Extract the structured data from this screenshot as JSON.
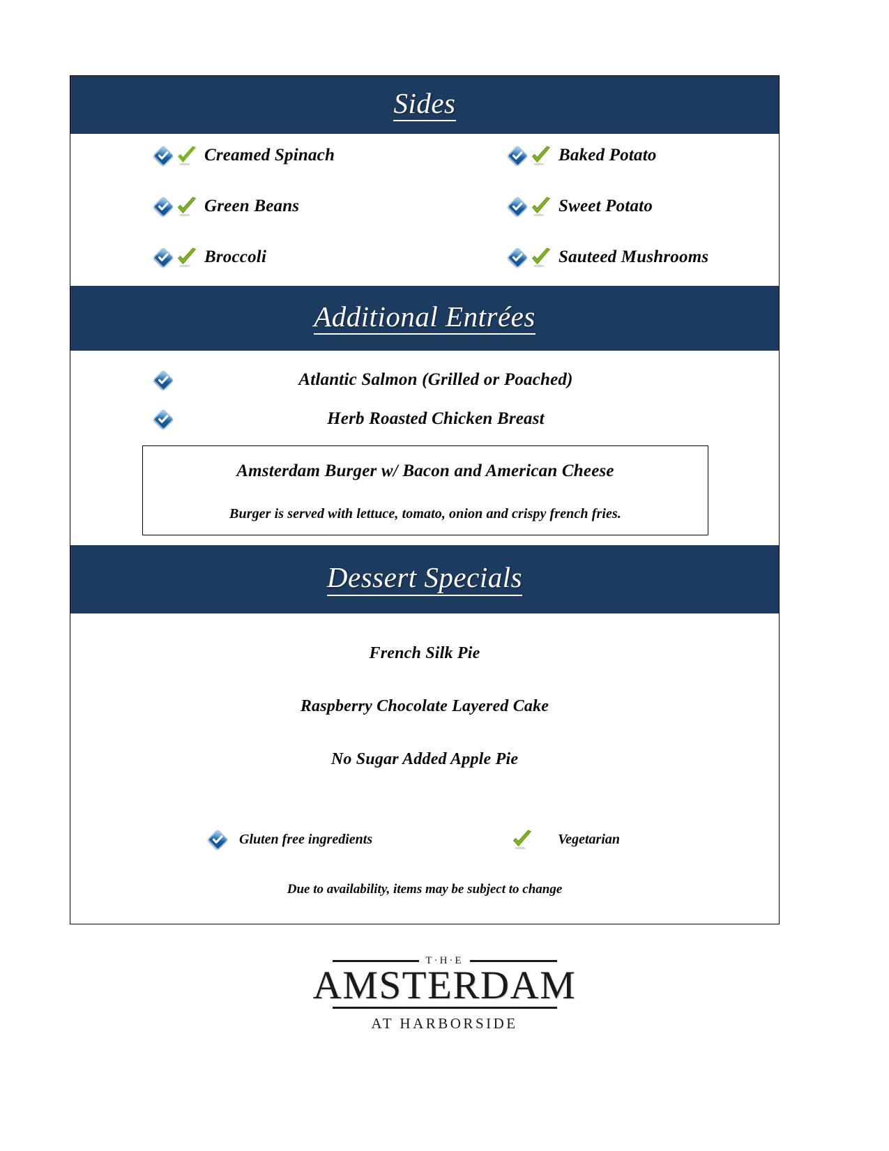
{
  "document": {
    "type": "restaurant-menu-page",
    "brand_navy": "#1d3a5f",
    "text_color": "#0a0a0a"
  },
  "sections": {
    "sides": {
      "title": "Sides",
      "items": [
        {
          "label": "Creamed Spinach",
          "gluten_free": true,
          "vegetarian": true
        },
        {
          "label": "Baked Potato",
          "gluten_free": true,
          "vegetarian": true
        },
        {
          "label": "Green Beans",
          "gluten_free": true,
          "vegetarian": true
        },
        {
          "label": "Sweet Potato",
          "gluten_free": true,
          "vegetarian": true
        },
        {
          "label": "Broccoli",
          "gluten_free": true,
          "vegetarian": true
        },
        {
          "label": "Sauteed Mushrooms",
          "gluten_free": true,
          "vegetarian": true
        }
      ]
    },
    "additional_entrees": {
      "title": "Additional Entrées",
      "items": [
        {
          "label": "Atlantic Salmon (Grilled or Poached)",
          "gluten_free": true,
          "vegetarian": false
        },
        {
          "label": "Herb Roasted Chicken Breast",
          "gluten_free": true,
          "vegetarian": false
        }
      ],
      "featured": {
        "title": "Amsterdam Burger w/ Bacon and American Cheese",
        "description": "Burger is served with lettuce, tomato, onion and crispy french fries."
      }
    },
    "dessert_specials": {
      "title": "Dessert Specials",
      "items": [
        "French Silk Pie",
        "Raspberry Chocolate Layered Cake",
        "No Sugar Added Apple Pie"
      ]
    }
  },
  "legend": {
    "gluten_free_label": "Gluten free ingredients",
    "vegetarian_label": "Vegetarian",
    "disclaimer": "Due to availability, items may be subject to change"
  },
  "footer_logo": {
    "the": "T·H·E",
    "name": "AMSTERDAM",
    "tagline": "AT  HARBORSIDE"
  }
}
